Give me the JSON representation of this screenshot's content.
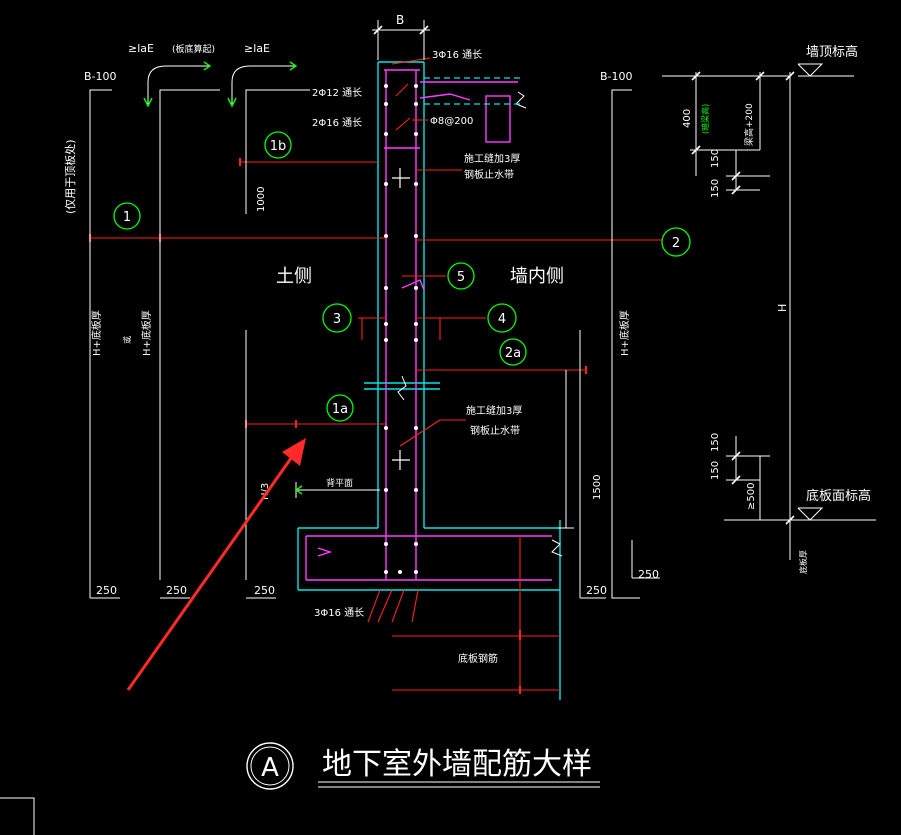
{
  "colors": {
    "background": "#000000",
    "wall": "#00e5e5",
    "rebar": "#ff3dff",
    "dim": "#ffffff",
    "leader": "#ff2020",
    "callout": "#00ff00",
    "arrow": "#ff2a2a"
  },
  "labels": {
    "dim_B": "B",
    "laE_left": "≥laE",
    "laE_left_note": "(板底算起)",
    "laE_right": "≥laE",
    "top_rebar": "3Φ16 通长",
    "rebar_2phi12": "2Φ12 通长",
    "rebar_2phi16": "2Φ16 通长",
    "stirrup": "Φ8@200",
    "waterstop_top_1": "施工缝加3厚",
    "waterstop_top_2": "钢板止水带",
    "waterstop_bot_1": "施工缝加3厚",
    "waterstop_bot_2": "钢板止水带",
    "b100_left": "B-100",
    "b100_right": "B-100",
    "roof_note": "(仅用于顶板处)",
    "dim_1000": "1000",
    "side_soil": "土侧",
    "side_inner": "墙内侧",
    "wall_top_level": "墙顶标高",
    "slab_level": "底板面标高",
    "dim_400": "400",
    "dim_400_note": "(暗梁高)",
    "dim_150_a": "150",
    "dim_150_b": "150",
    "dim_150_c": "150",
    "dim_150_d": "150",
    "beam_h200": "梁高+200",
    "dim_H": "H",
    "dim_500": "≥500",
    "slab_thk": "底板厚",
    "h_left_1": "H+底板厚",
    "h_left_2": "H+底板厚",
    "h_left_2_pre": "或",
    "h_right": "H+底板厚",
    "h3": "H/3",
    "dim_1500": "1500",
    "flat_label": "背平面",
    "dim_250_a": "250",
    "dim_250_b": "250",
    "dim_250_c": "250",
    "dim_250_d": "250",
    "dim_250_e": "250",
    "bottom_rebar": "3Φ16 通长",
    "slab_rebar": "底板钢筋",
    "title_letter": "A",
    "title": "地下室外墙配筋大样"
  },
  "callouts": [
    "1",
    "1b",
    "1a",
    "2",
    "2a",
    "3",
    "4",
    "5"
  ]
}
